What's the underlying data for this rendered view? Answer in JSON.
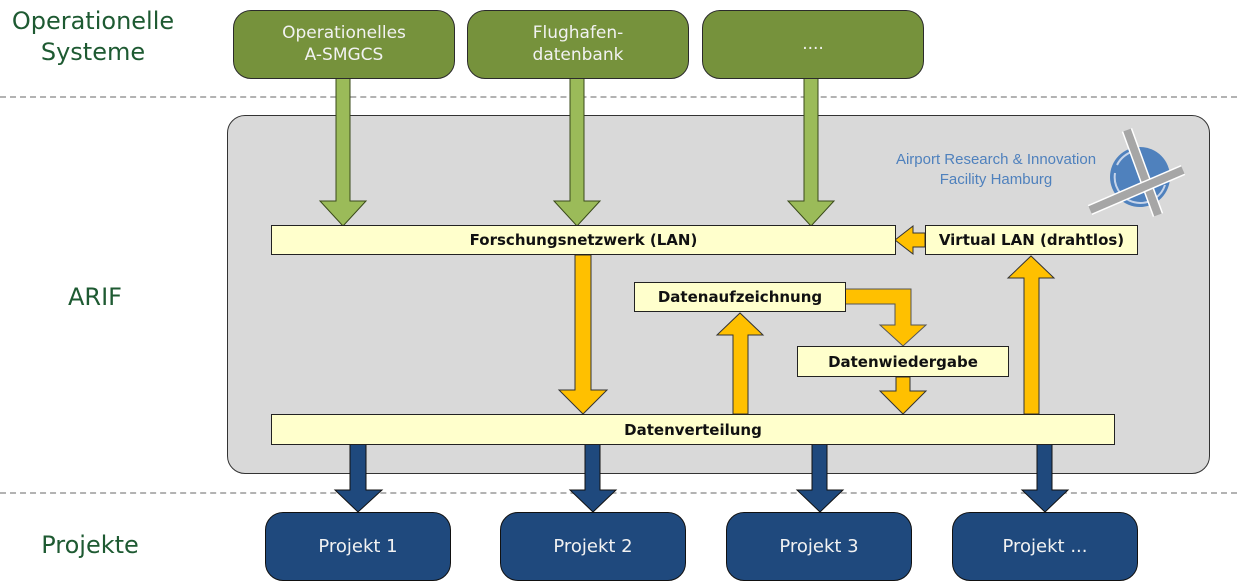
{
  "sections": {
    "operational": "Operationelle\nSysteme",
    "operational_line1": "Operationelle",
    "operational_line2": "Systeme",
    "arif": "ARIF",
    "projects": "Projekte"
  },
  "operational_systems": [
    {
      "line1": "Operationelles",
      "line2": "A-SMGCS"
    },
    {
      "line1": "Flughafen-",
      "line2": "datenbank"
    },
    {
      "line1": "....",
      "line2": ""
    }
  ],
  "arif": {
    "logo_line1": "Airport Research & Innovation",
    "logo_line2": "Facility Hamburg",
    "logo_icon": "runway-globe-icon",
    "research_network": "Forschungsnetzwerk (LAN)",
    "virtual_lan": "Virtual LAN (drahtlos)",
    "recording": "Datenaufzeichnung",
    "playback": "Datenwiedergabe",
    "distribution": "Datenverteilung"
  },
  "projects": [
    "Projekt 1",
    "Projekt 2",
    "Projekt 3",
    "Projekt ..."
  ],
  "colors": {
    "green": "#76923c",
    "green_arrow": "#9bbb59",
    "yellow_arrow": "#ffc000",
    "blue": "#1f497d",
    "panel": "#d9d9d9",
    "box": "#ffffcc",
    "label": "#1e5a32",
    "logo": "#4f81bd"
  }
}
